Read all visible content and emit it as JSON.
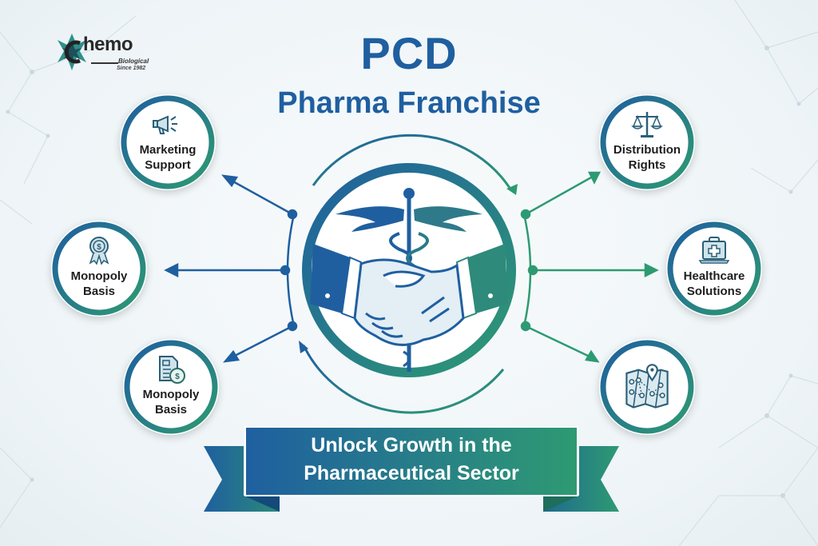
{
  "logo": {
    "word": "hemo",
    "sub": "Biological",
    "since": "Since 1982"
  },
  "header": {
    "title_line1": "PCD",
    "title_line2": "Pharma Franchise"
  },
  "center": {
    "icon": "handshake-caduceus-icon"
  },
  "nodes": [
    {
      "label_line1": "Marketing",
      "label_line2": "Support",
      "icon": "megaphone-icon"
    },
    {
      "label_line1": "Monopoly",
      "label_line2": "Basis",
      "icon": "award-dollar-icon"
    },
    {
      "label_line1": "Monopoly",
      "label_line2": "Basis",
      "icon": "document-dollar-icon"
    },
    {
      "label_line1": "Distribution",
      "label_line2": "Rights",
      "icon": "scales-icon"
    },
    {
      "label_line1": "Healthcare",
      "label_line2": "Solutions",
      "icon": "medical-kit-icon"
    },
    {
      "label_line1": "",
      "label_line2": "",
      "icon": "map-pin-network-icon"
    }
  ],
  "banner": {
    "line1": "Unlock Growth in the",
    "line2": "Pharmaceutical Sector"
  },
  "colors": {
    "primary_blue": "#1f5fa0",
    "accent_green": "#2e9a72",
    "text_dark": "#1e1e1e",
    "background": "#eef4f7"
  }
}
